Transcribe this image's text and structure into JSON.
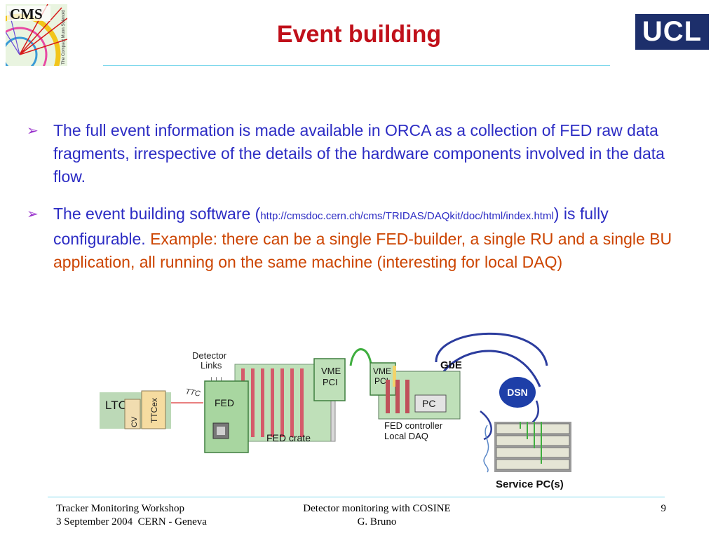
{
  "header": {
    "title": "Event building",
    "cms_logo_text": "CMS",
    "ucl_logo_text": "UCL"
  },
  "bullets": [
    {
      "text": "The full event information is made available in ORCA as a collection of FED raw data fragments, irrespective of the details of the hardware components involved in the data flow."
    },
    {
      "text_a": "The event building software (",
      "url": "http://cmsdoc.cern.ch/cms/TRIDAS/DAQkit/doc/html/index.html",
      "text_b": ") is fully configurable.",
      "text_red": " Example: there can be a single FED-builder, a single RU and a single BU application, all running on the same machine (interesting for local DAQ)"
    }
  ],
  "diagram": {
    "detector_links": "Detector Links",
    "arrows": "↓↓↓",
    "ttc": "TTC",
    "ltc": "LTC",
    "ttcex": "TTCex",
    "fed": "FED",
    "fed_crate": "FED crate",
    "vme_pci_1": "VME PCI",
    "vme_pci_2": "VME PCI",
    "pc": "PC",
    "fed_controller": "FED controller",
    "local_daq": "Local DAQ",
    "gbe": "GbE",
    "dsn": "DSN",
    "service_pcs": "Service PC(s)"
  },
  "footer": {
    "left_line1": "Tracker Monitoring Workshop",
    "left_line2": "3 September 2004  CERN - Geneva",
    "center_line1": "Detector monitoring with COSINE",
    "center_line2": "G. Bruno",
    "page_number": "9"
  },
  "colors": {
    "title": "#c0101a",
    "body_text": "#2c2cc4",
    "highlight_text": "#cc4400",
    "bullet_mark": "#9933cc",
    "rule": "#7fd8ec",
    "ucl_bg": "#1d2f6b",
    "dsn": "#1e3fa8"
  }
}
